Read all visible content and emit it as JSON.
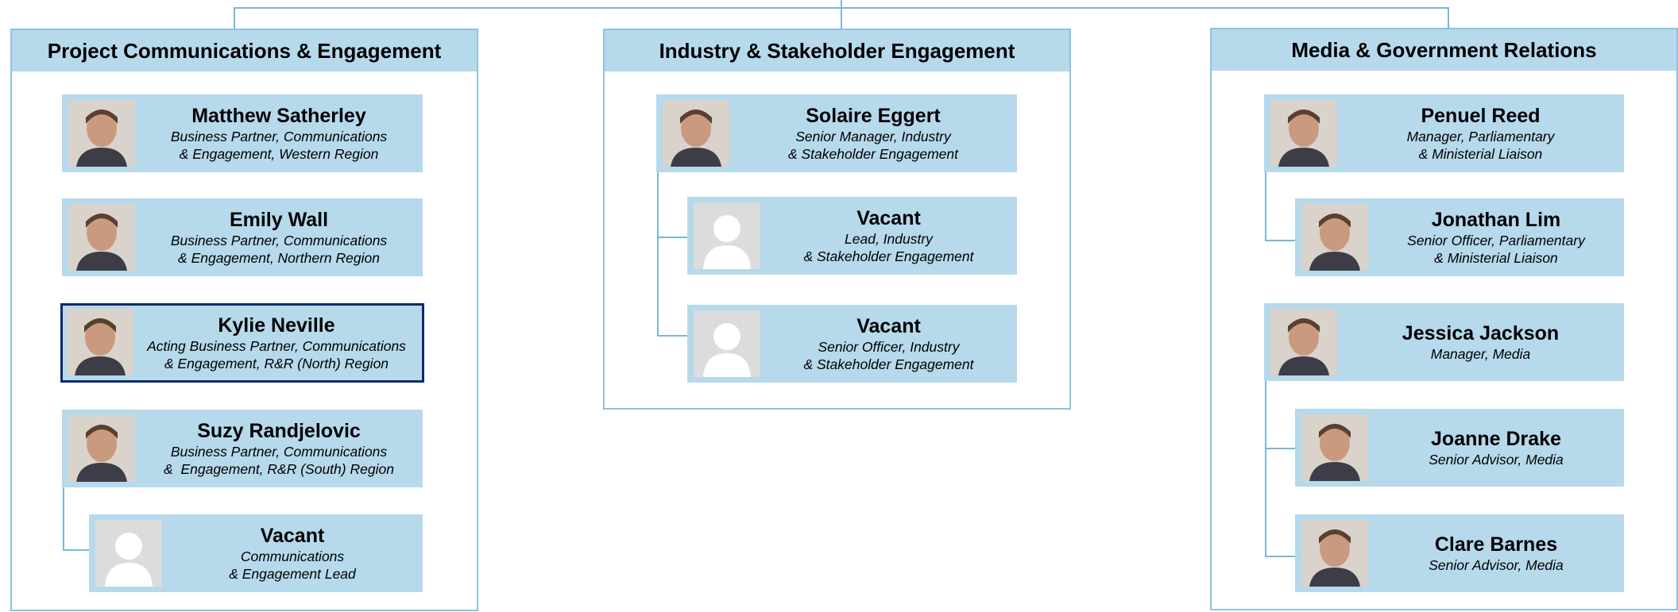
{
  "sections": [
    {
      "title": "Project Communications & Engagement",
      "people": [
        {
          "name": "Matthew Satherley",
          "role": "Business Partner, Communications\n& Engagement, Western Region",
          "photo": "portrait-photo"
        },
        {
          "name": "Emily Wall",
          "role": "Business Partner, Communications\n& Engagement, Northern Region",
          "photo": "portrait-photo"
        },
        {
          "name": "Kylie Neville",
          "role": "Acting Business Partner, Communications\n& Engagement, R&R (North) Region",
          "photo": "portrait-photo"
        },
        {
          "name": "Suzy Randjelovic",
          "role": "Business Partner, Communications\n&  Engagement, R&R (South) Region",
          "photo": "portrait-photo"
        },
        {
          "name": "Vacant",
          "role": "Communications\n& Engagement Lead",
          "photo": "placeholder-avatar"
        }
      ]
    },
    {
      "title": "Industry & Stakeholder Engagement",
      "people": [
        {
          "name": "Solaire Eggert",
          "role": "Senior Manager, Industry\n& Stakeholder Engagement",
          "photo": "portrait-photo"
        },
        {
          "name": "Vacant",
          "role": "Lead, Industry\n& Stakeholder Engagement",
          "photo": "placeholder-avatar"
        },
        {
          "name": "Vacant",
          "role": "Senior Officer, Industry\n& Stakeholder Engagement",
          "photo": "placeholder-avatar"
        }
      ]
    },
    {
      "title": "Media & Government Relations",
      "people": [
        {
          "name": "Penuel Reed",
          "role": "Manager, Parliamentary\n& Ministerial Liaison",
          "photo": "portrait-photo"
        },
        {
          "name": "Jonathan Lim",
          "role": "Senior Officer, Parliamentary\n& Ministerial Liaison",
          "photo": "portrait-photo"
        },
        {
          "name": "Jessica Jackson",
          "role": "Manager, Media",
          "photo": "portrait-photo"
        },
        {
          "name": "Joanne Drake",
          "role": "Senior Advisor, Media",
          "photo": "portrait-photo"
        },
        {
          "name": "Clare Barnes",
          "role": "Senior Advisor, Media",
          "photo": "portrait-photo"
        }
      ]
    }
  ],
  "colors": {
    "panel_fill": "#b6d9ec",
    "panel_border": "#8cc4de",
    "connector": "#7ab8d6",
    "highlight_border": "#0d2a6e"
  }
}
